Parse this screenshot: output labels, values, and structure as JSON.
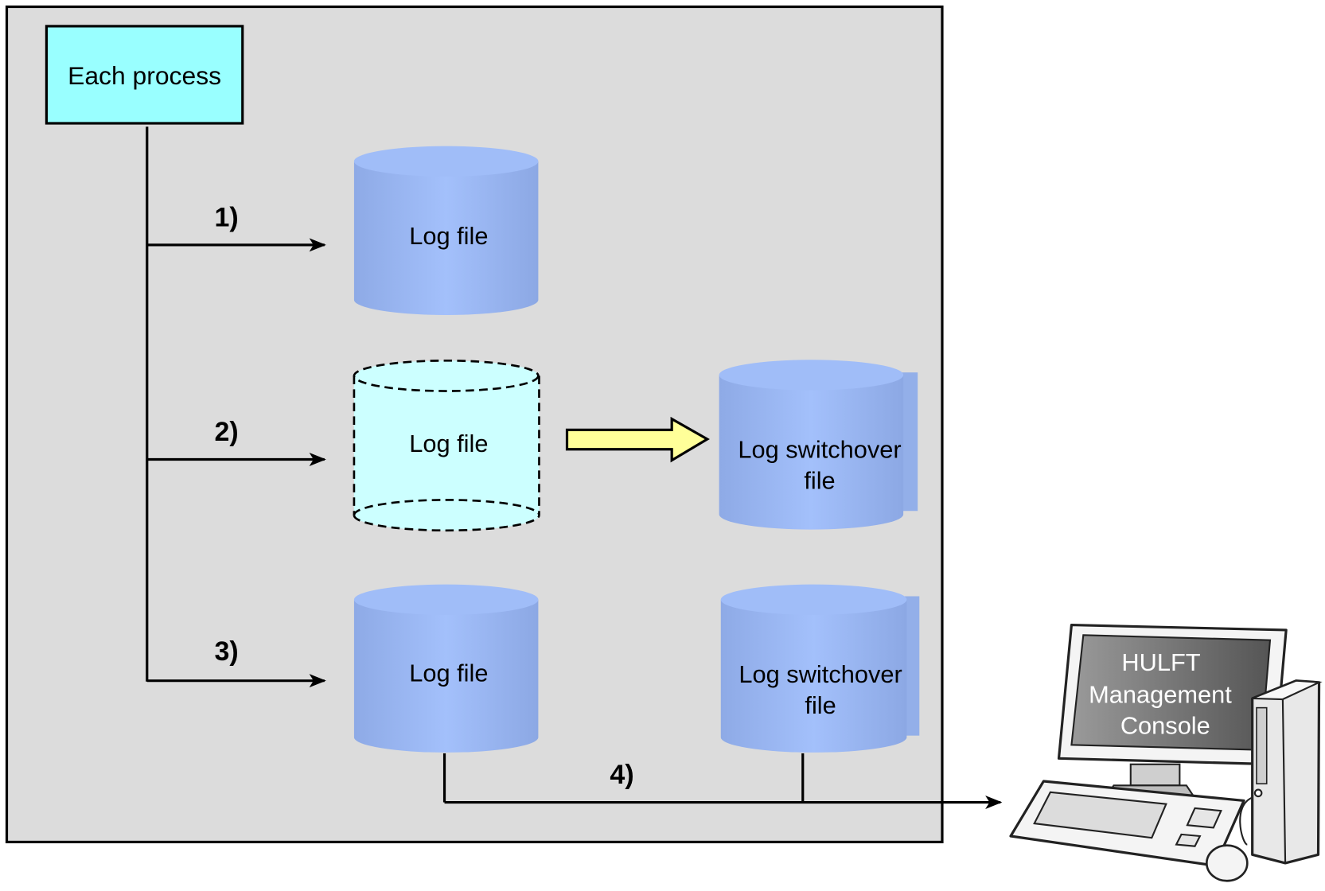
{
  "process_box": {
    "label": "Each process"
  },
  "steps": [
    {
      "label": "1)"
    },
    {
      "label": "2)"
    },
    {
      "label": "3)"
    },
    {
      "label": "4)"
    }
  ],
  "cylinders": {
    "log_file_1": {
      "label": "Log file",
      "style": "solid"
    },
    "log_file_2": {
      "label": "Log file",
      "style": "dashed"
    },
    "switchover_2": {
      "line1": "Log switchover",
      "line2": "file",
      "style": "solid"
    },
    "log_file_3": {
      "label": "Log file",
      "style": "solid"
    },
    "switchover_3": {
      "line1": "Log switchover",
      "line2": "file",
      "style": "solid"
    }
  },
  "console": {
    "line1": "HULFT",
    "line2": "Management",
    "line3": "Console"
  },
  "colors": {
    "panel_bg": "#dcdcdc",
    "process_fill": "#99ffff",
    "cylinder_fill": "#9db8f2",
    "cylinder_dashed_fill": "#ccffff",
    "switch_arrow_fill": "#ffff99",
    "screen_fill": "#6e6e6e"
  }
}
